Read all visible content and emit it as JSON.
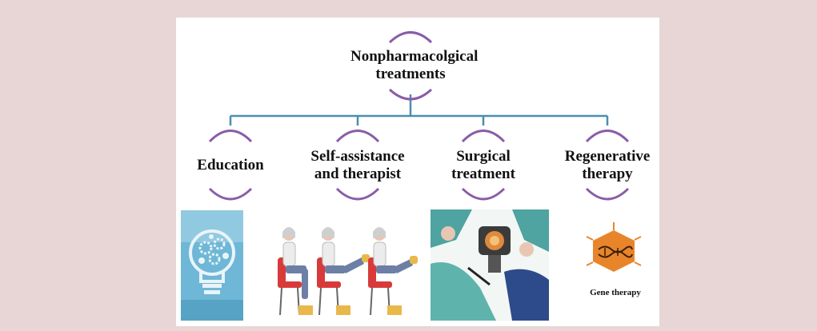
{
  "root": {
    "label": "Nonpharmacolgical treatments"
  },
  "branches": [
    {
      "label": "Education"
    },
    {
      "label": "Self-assistance and therapist"
    },
    {
      "label": "Surgical treatment"
    },
    {
      "label": "Regenerative therapy"
    }
  ],
  "gene_caption": "Gene therapy",
  "colors": {
    "background": "#e8d6d6",
    "connector": "#4a8fb0",
    "arc": "#8a5ca8",
    "hexagon": "#e8852a"
  },
  "icons": [
    "lightbulb-gears-icon",
    "knee-exercise-illustration",
    "surgery-illustration",
    "dna-hexagon-icon"
  ]
}
